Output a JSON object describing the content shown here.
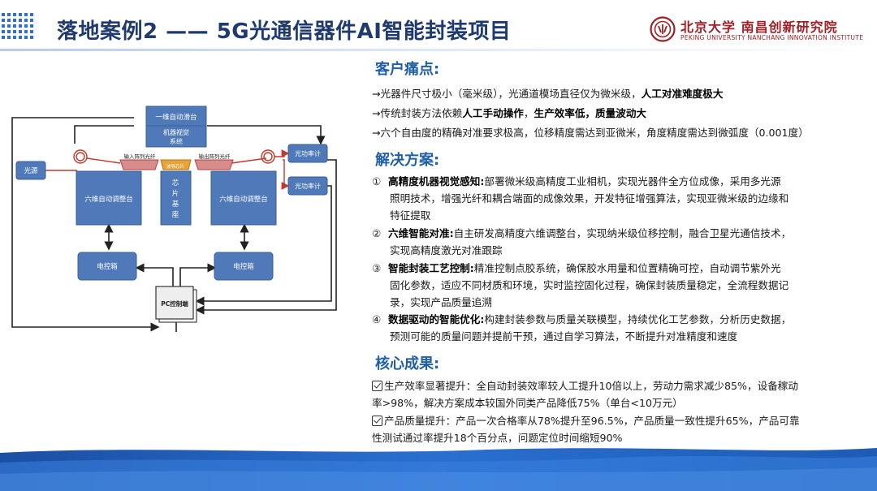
{
  "title": "落地案例2 —— 5G光通信器件AI智能封装项目",
  "logo": {
    "name_cn": "北京大学 南昌创新研究院",
    "name_en": "PEKING UNIVERSITY NANCHANG INNOVATION INSTITUTE"
  },
  "diagram": {
    "top_stage": "一维自动滑台",
    "vision": [
      "机器视觉",
      "系统"
    ],
    "light_source": "光源",
    "input_fiber": "输入阵列光纤",
    "output_fiber": "输出阵列光纤",
    "chip_label": "波导芯片",
    "chip_base": [
      "芯",
      "片",
      "基",
      "座"
    ],
    "left_stage": "六维自动调整台",
    "right_stage": "六维自动调整台",
    "power_meter_1": "光功率计",
    "power_meter_2": "光功率计",
    "left_box": "电控箱",
    "right_box": "电控箱",
    "pc": "PC控制端"
  },
  "pain": {
    "heading": "客户痛点:",
    "items": [
      {
        "pre": "→光器件尺寸极小（毫米级），光通道模场直径仅为微米级，",
        "bold": "人工对准难度极大",
        "post": ""
      },
      {
        "pre": "→传统封装方法依赖",
        "bold": "人工手动操作",
        "post": "，",
        "bold2": "生产效率低，质量波动大"
      },
      {
        "pre": "→六个自由度的精确对准要求极高，位移精度需达到亚微米，角度精度需达到微弧度（0.001度）",
        "bold": "",
        "post": ""
      }
    ]
  },
  "solution": {
    "heading": "解决方案:",
    "items": [
      {
        "num": "①",
        "bold": "高精度机器视觉感知:",
        "text": "部署微米级高精度工业相机，实现光器件全方位成像，采用多光源",
        "cont": [
          "照明技术，增强光纤和耦合端面的成像效果，开发特征增强算法，实现亚微米级的边缘和",
          "特征提取"
        ]
      },
      {
        "num": "②",
        "bold": "六维智能对准:",
        "text": "自主研发高精度六维调整台，实现纳米级位移控制，融合卫星光通信技术，",
        "cont": [
          "实现高精度激光对准跟踪"
        ]
      },
      {
        "num": "③",
        "bold": "智能封装工艺控制:",
        "text": "精准控制点胶系统，确保胶水用量和位置精确可控，自动调节紫外光",
        "cont": [
          "固化参数，适应不同材质和环境，实时监控固化过程，确保封装质量稳定，全流程数据记",
          "录，实现产品质量追溯"
        ]
      },
      {
        "num": "④",
        "bold": "数据驱动的智能优化:",
        "text": "构建封装参数与质量关联模型，持续优化工艺参数，分析历史数据，",
        "cont": [
          "预测可能的质量问题并提前干预，通过自学习算法，不断提升对准精度和速度"
        ]
      }
    ]
  },
  "results": {
    "heading": "核心成果:",
    "items": [
      {
        "line1": "生产效率显著提升：全自动封装效率较人工提升10倍以上，劳动力需求减少85%，设备稼动",
        "line2": "率>98%，解决方案成本较国外同类产品降低75%（单台<10万元）"
      },
      {
        "line1": "产品质量提升：产品一次合格率从78%提升至96.5%，产品质量一致性提升65%，产品可靠",
        "line2": "性测试通过率提升18个百分点，问题定位时间缩短90%"
      }
    ]
  },
  "colors": {
    "title": "#1f3a6e",
    "heading": "#1f5fa8",
    "box_fill": "#4f79b8",
    "box_stroke": "#3a5f96",
    "accent_red": "#a01f24",
    "footer_blue": "#1d5bb5"
  }
}
